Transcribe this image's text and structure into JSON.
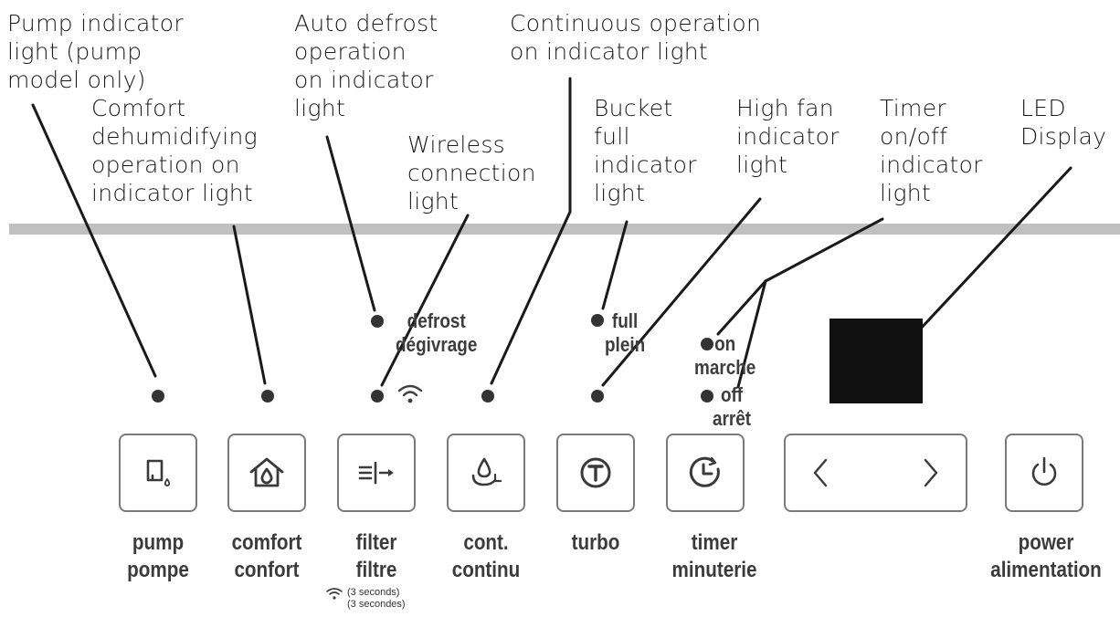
{
  "callouts": {
    "pump": "Pump indicator\nlight (pump\nmodel only)",
    "comfort": "Comfort\ndehumidifying\noperation on\nindicator light",
    "auto_defrost": "Auto defrost\noperation\non indicator\nlight",
    "wireless": "Wireless\nconnection\nlight",
    "continuous": "Continuous operation\non indicator light",
    "bucket_full": "Bucket\nfull\nindicator\nlight",
    "high_fan": "High fan\nindicator\nlight",
    "timer": "Timer\non/off\nindicator\nlight",
    "led_display": "LED\nDisplay"
  },
  "indicators": {
    "defrost": "defrost\ndégivrage",
    "full": "full\nplein",
    "on": "on\nmarche",
    "off": "off\narrêt"
  },
  "buttons": {
    "pump": "pump\npompe",
    "comfort": "comfort\nconfort",
    "filter": "filter\nfiltre",
    "filter_note": "(3 seconds)\n(3 secondes)",
    "cont": "cont.\ncontinu",
    "turbo": "turbo",
    "timer": "timer\nminuterie",
    "power": "power\nalimentation"
  },
  "icons": {
    "pump": "pump-icon",
    "comfort": "house-droplet-icon",
    "filter": "filter-icon",
    "cont": "droplet-cycle-icon",
    "turbo": "turbo-t-icon",
    "timer": "timer-clock-icon",
    "arrows": "left-right-arrows-icon",
    "power": "power-icon",
    "wifi": "wifi-icon"
  },
  "colors": {
    "bar": "#c0c0c0",
    "dot": "#333333",
    "led_display": "#111111"
  }
}
